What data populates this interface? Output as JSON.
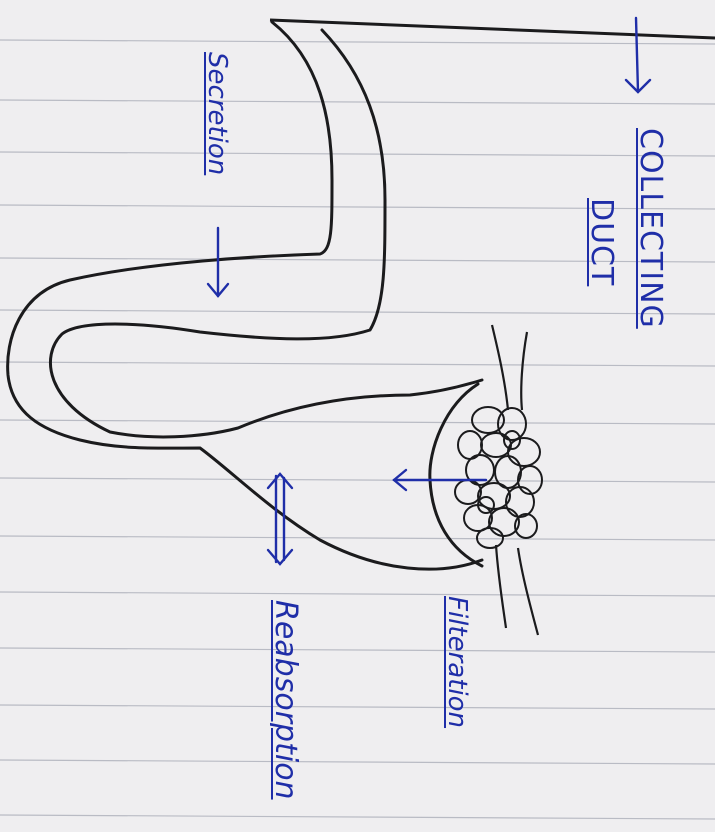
{
  "diagram": {
    "labels": {
      "collecting_duct_line1": "COLLECTING",
      "collecting_duct_line2": "DUCT",
      "secretion": "Secretion",
      "filteration": "Filteration",
      "reabsorption": "Reabsorption"
    },
    "colors": {
      "paper": "#efeef0",
      "rule_line": "#b9bbc4",
      "ink_pencil": "#1b1b1d",
      "ink_blue": "#1f2ea8"
    }
  }
}
